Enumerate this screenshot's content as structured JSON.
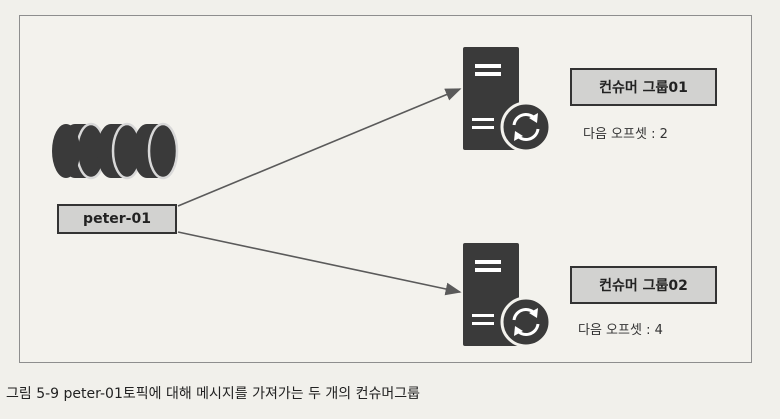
{
  "diagram": {
    "topic_label": "peter-01",
    "group1": {
      "label": "컨슈머 그룹01",
      "offset": "다음 오프셋 : 2"
    },
    "group2": {
      "label": "컨슈머 그룹02",
      "offset": "다음 오프셋 : 4"
    }
  },
  "caption": "그림 5-9  peter-01토픽에 대해 메시지를 가져가는 두 개의 컨슈머그룹",
  "icons": [
    "partition-cylinders-icon",
    "consumer-server-icon",
    "sync-icon"
  ],
  "colors": {
    "box_fill": "#d2d2d0",
    "icon_fill": "#3a3a3a",
    "arrow": "#5a5a5a"
  }
}
